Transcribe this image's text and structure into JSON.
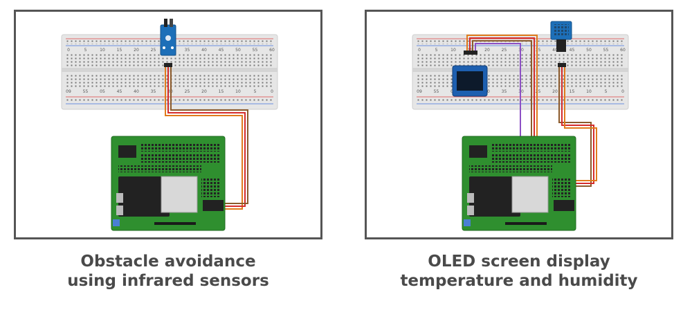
{
  "panels": [
    {
      "caption_lines": [
        "Obstacle avoidance",
        "using infrared sensors"
      ]
    },
    {
      "caption_lines": [
        "OLED screen display",
        "temperature and humidity"
      ]
    }
  ],
  "breadboard": {
    "top_numbers": [
      "0",
      "5",
      "10",
      "15",
      "20",
      "25",
      "30",
      "35",
      "40",
      "45",
      "50",
      "55",
      "60"
    ],
    "bottom_numbers": [
      "09",
      "55",
      "05",
      "45",
      "40",
      "35",
      "30",
      "25",
      "20",
      "15",
      "10",
      "5",
      "0"
    ]
  },
  "colors": {
    "frame": "#555555",
    "caption": "#4a4a4a",
    "board_green": "#2f8f2f",
    "breadboard": "#e6e6e6",
    "wire_orange": "#e07b1c",
    "wire_red": "#d42b2b",
    "wire_brown": "#8b5a2b",
    "wire_purple": "#8c4fc4",
    "sensor_blue": "#1d6fb8"
  }
}
